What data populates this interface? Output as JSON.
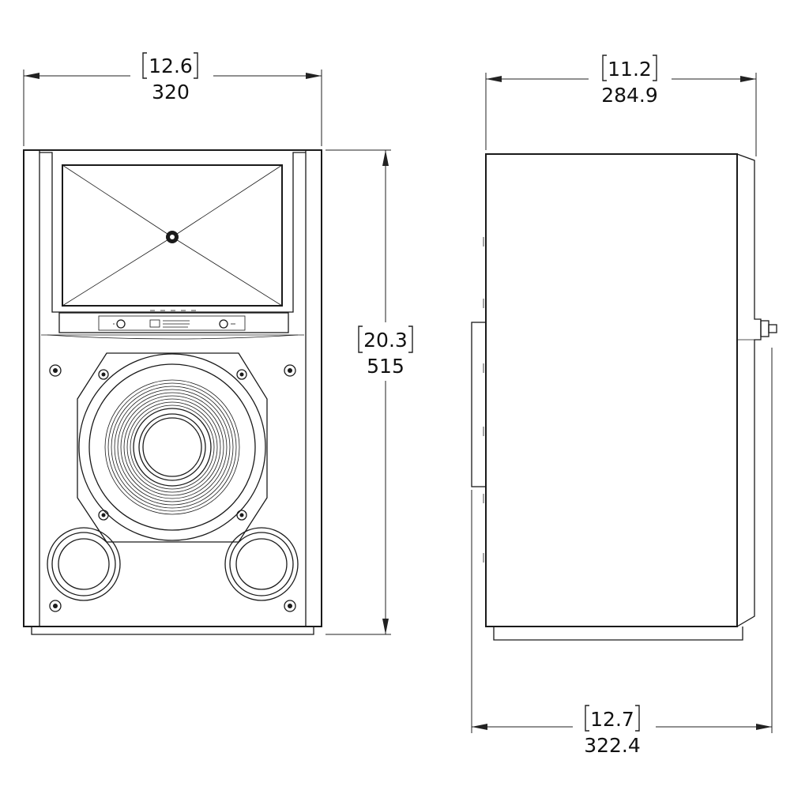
{
  "dimensions": {
    "front_width": {
      "inch": "12.6",
      "mm": "320"
    },
    "front_height": {
      "inch": "20.3",
      "mm": "515"
    },
    "side_depth_top": {
      "inch": "11.2",
      "mm": "284.9"
    },
    "side_depth_bottom": {
      "inch": "12.7",
      "mm": "322.4"
    }
  },
  "colors": {
    "line": "#1a1a1a",
    "background": "#ffffff"
  }
}
